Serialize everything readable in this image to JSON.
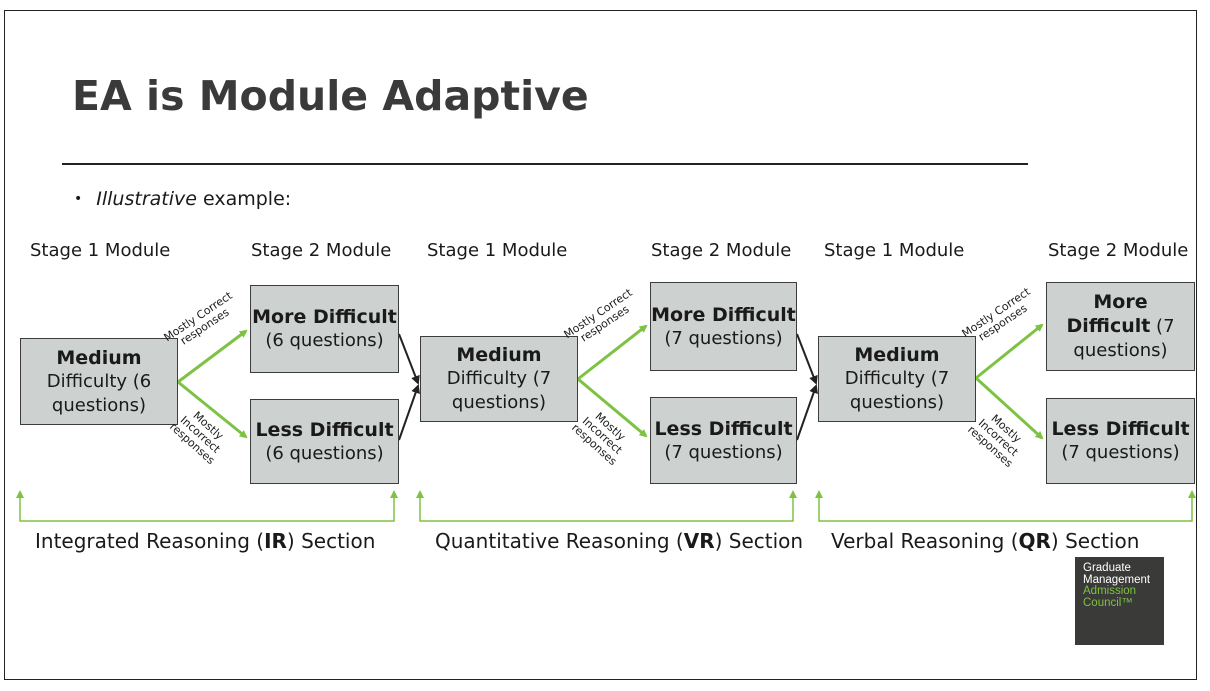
{
  "slide": {
    "title": "EA is Module Adaptive",
    "bullet_italic": "Illustrative",
    "bullet_rest": " example:"
  },
  "stages": {
    "stage1": "Stage 1 Module",
    "stage2": "Stage 2 Module"
  },
  "responses": {
    "correct_line1": "Mostly Correct",
    "correct_line2": "responses",
    "incorrect_line1": "Mostly",
    "incorrect_line2": "Incorrect",
    "incorrect_line3": "responses"
  },
  "sections": [
    {
      "name_before": "Integrated Reasoning (",
      "abbr": "IR",
      "name_after": ") Section",
      "medium": {
        "title": "Medium",
        "line1": "Difficulty (6",
        "line2": "questions)"
      },
      "more": {
        "title": "More Difficult",
        "line1": "(6 questions)"
      },
      "less": {
        "title": "Less Difficult",
        "line1": "(6 questions)"
      }
    },
    {
      "name_before": "Quantitative Reasoning (",
      "abbr": "VR",
      "name_after": ") Section",
      "medium": {
        "title": "Medium",
        "line1": "Difficulty (7",
        "line2": "questions)"
      },
      "more": {
        "title": "More Difficult",
        "line1": "(7 questions)"
      },
      "less": {
        "title": "Less Difficult",
        "line1": "(7 questions)"
      }
    },
    {
      "name_before": "Verbal Reasoning (",
      "abbr": "QR",
      "name_after": ") Section",
      "medium": {
        "title": "Medium",
        "line1": "Difficulty (7",
        "line2": "questions)"
      },
      "more": {
        "title_a": "More",
        "title_b": "Difficult",
        "rest": " (7",
        "line2": "questions)"
      },
      "less": {
        "title": "Less Difficult",
        "line1": "(7 questions)"
      }
    }
  ],
  "logo": {
    "line1": "Graduate",
    "line2": "Management",
    "line3": "Admission",
    "line4": "Council™"
  },
  "colors": {
    "box_fill": "#cdd1d0",
    "arrow_green": "#7dc242",
    "logo_bg": "#3a3a38"
  }
}
